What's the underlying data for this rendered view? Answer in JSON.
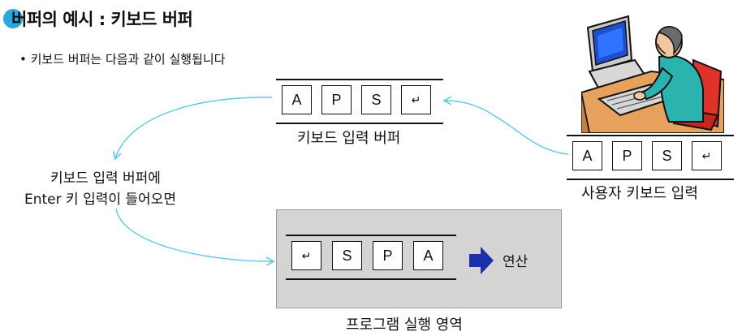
{
  "header": {
    "title": "버퍼의 예시 : 키보드 버퍼",
    "subtitle": "• 키보드 버퍼는 다음과 같이 실행됩니다"
  },
  "keyboard_buffer": {
    "cells": [
      "A",
      "P",
      "S",
      "↵"
    ],
    "caption": "키보드 입력 버퍼"
  },
  "user_input": {
    "cells": [
      "A",
      "P",
      "S",
      "↵"
    ],
    "caption": "사용자 키보드 입력"
  },
  "condition": {
    "line1": "키보드 입력 버퍼에",
    "line2": "Enter 키 입력이 들어오면"
  },
  "program_area": {
    "cells": [
      "↵",
      "S",
      "P",
      "A"
    ],
    "operation_label": "연산",
    "caption": "프로그램 실행 영역"
  },
  "colors": {
    "accent": "#2aa7e0",
    "flow_arrow": "#5bc8e8",
    "operation_arrow": "#1b2fa8",
    "program_area_bg": "#d4d4d4"
  }
}
